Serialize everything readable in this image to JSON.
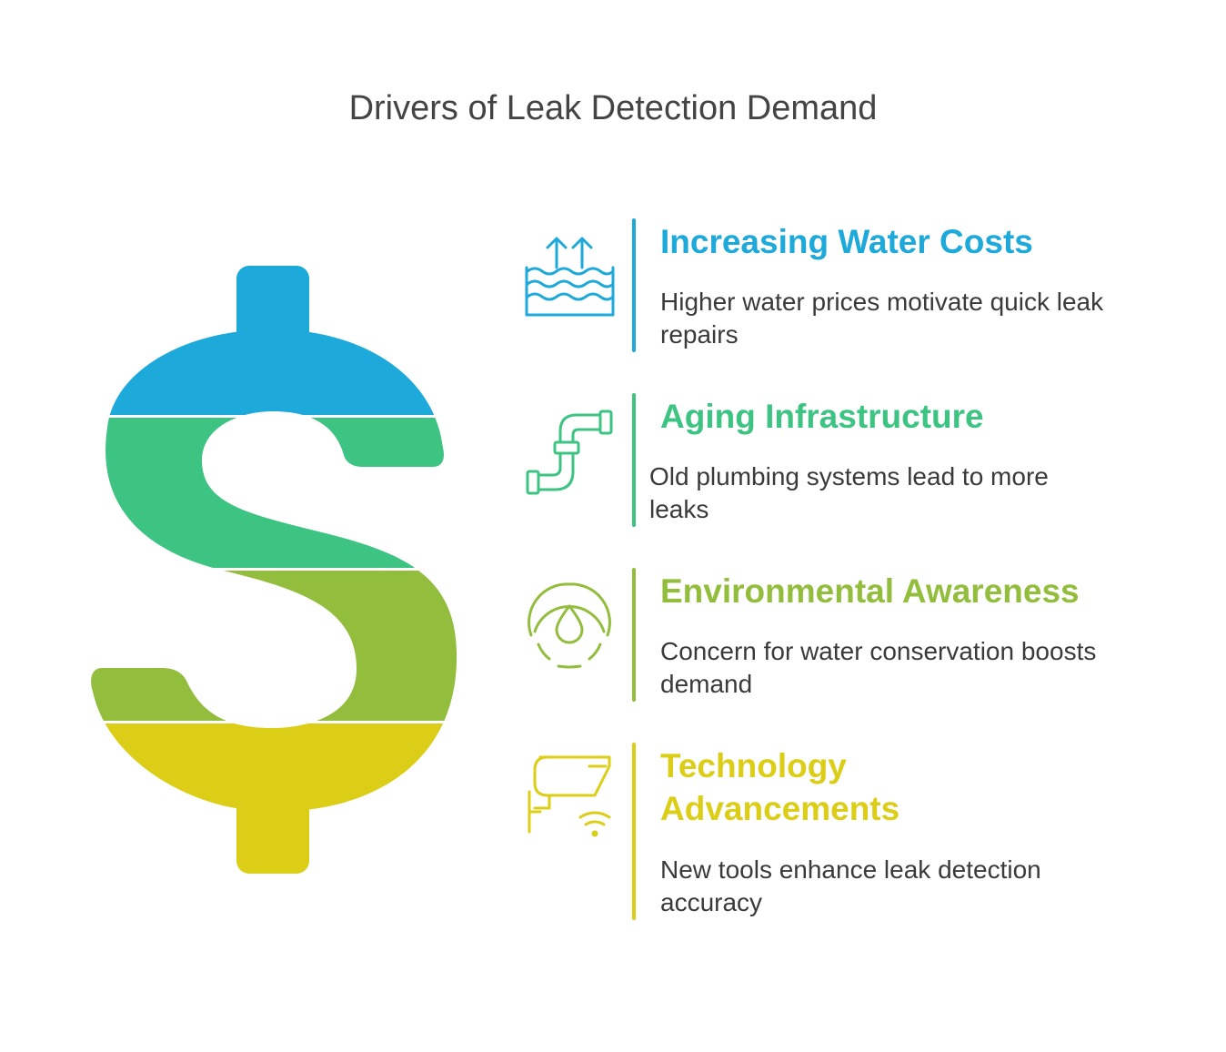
{
  "title": "Drivers of Leak Detection Demand",
  "colors": {
    "blue": "#1ea9db",
    "green": "#3dc483",
    "olive": "#93bd3c",
    "yellow": "#dccd17"
  },
  "items": [
    {
      "heading": "Increasing Water Costs",
      "description": "Higher water prices motivate quick leak repairs",
      "icon": "water-rising-icon",
      "color": "#1ea9db"
    },
    {
      "heading": "Aging Infrastructure",
      "description": "Old plumbing systems lead to more leaks",
      "icon": "pipe-icon",
      "color": "#3dc483"
    },
    {
      "heading": "Environmental Awareness",
      "description": "Concern for water conservation boosts demand",
      "icon": "water-drop-icon",
      "color": "#93bd3c"
    },
    {
      "heading": "Technology Advancements",
      "description": "New tools enhance leak detection accuracy",
      "icon": "camera-wifi-icon",
      "color": "#dccd17"
    }
  ]
}
